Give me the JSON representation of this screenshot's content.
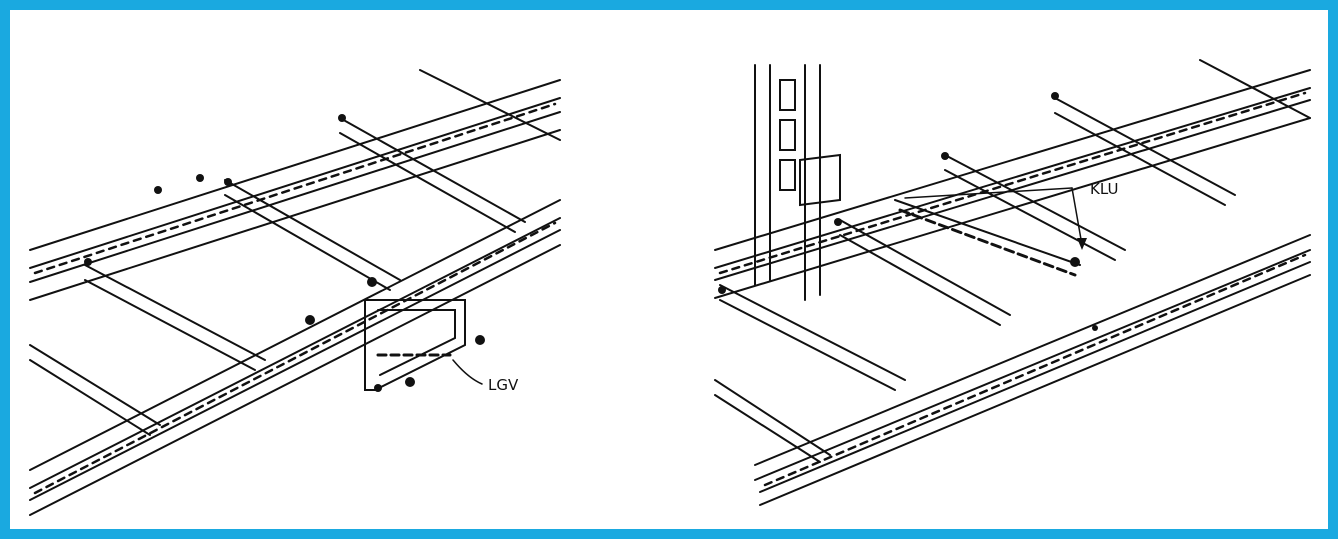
{
  "colors": {
    "frame_border": "#1aa9e0",
    "line_art": "#111111",
    "background": "#ffffff"
  },
  "panels": [
    {
      "name": "left-tray-splice",
      "callout": "LGV"
    },
    {
      "name": "right-tray-wall-mount",
      "callout": "KLU"
    }
  ]
}
